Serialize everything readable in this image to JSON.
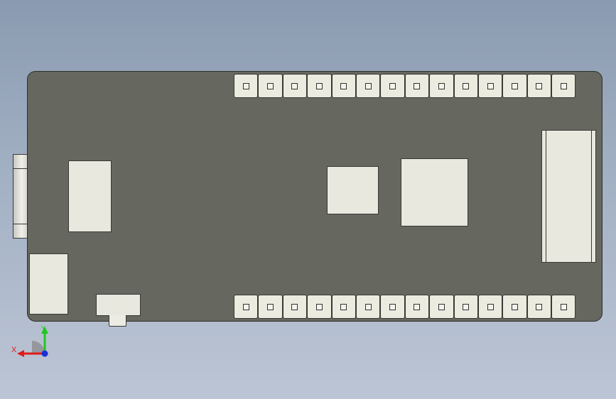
{
  "view": {
    "background_top": "#8a9ab0",
    "background_bottom": "#bcc5d5",
    "board_color": "#66675f",
    "part_color": "#e8e8de"
  },
  "pin_headers": {
    "top_count": 14,
    "bottom_count": 14
  },
  "triad": {
    "x_label": "X",
    "y_label": "Y",
    "x_color": "#e01b1b",
    "y_color": "#1ec81e",
    "z_color": "#1a2fd6"
  }
}
